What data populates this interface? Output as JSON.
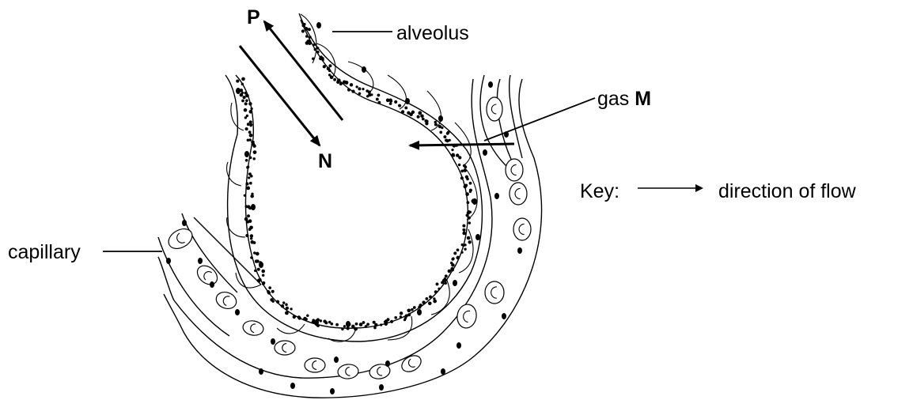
{
  "labels": {
    "alveolus": "alveolus",
    "gas_prefix": "gas ",
    "gas_letter": "M",
    "capillary": "capillary",
    "arrow_p": "P",
    "arrow_n": "N",
    "key_label": "Key:",
    "key_desc": "direction of flow"
  }
}
